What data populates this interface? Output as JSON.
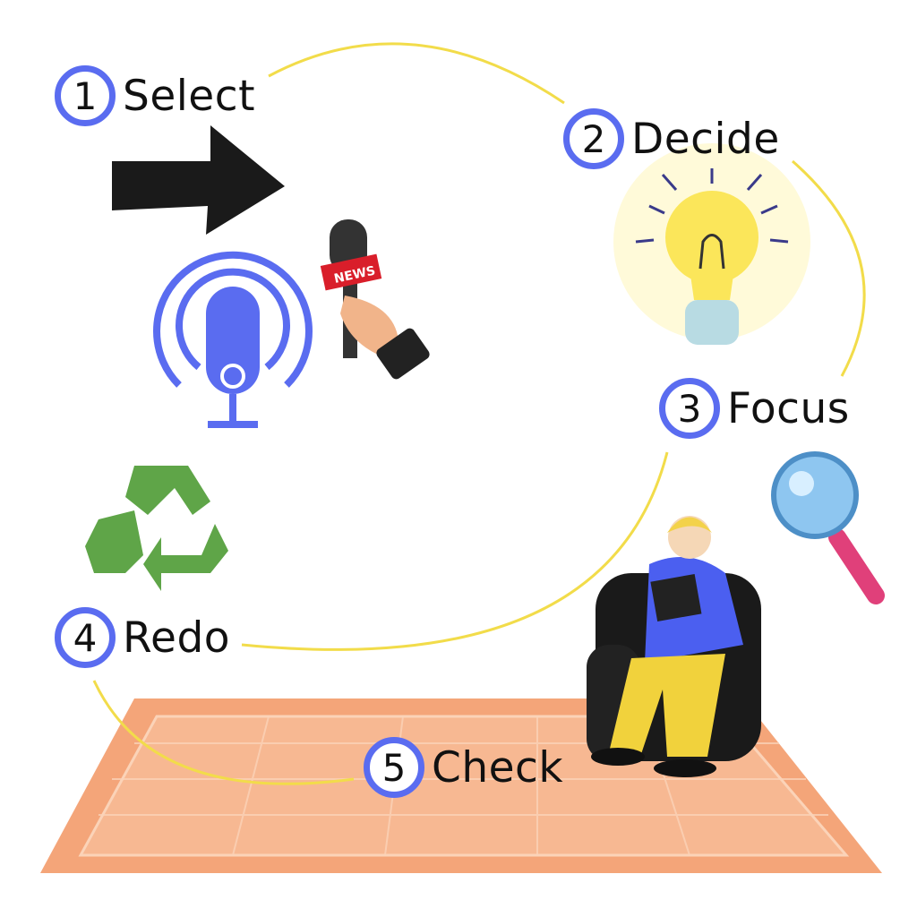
{
  "steps": [
    {
      "number": "1",
      "label": "Select"
    },
    {
      "number": "2",
      "label": "Decide"
    },
    {
      "number": "3",
      "label": "Focus"
    },
    {
      "number": "4",
      "label": "Redo"
    },
    {
      "number": "5",
      "label": "Check"
    }
  ],
  "illustrations": {
    "news_mic_text": "NEWS"
  },
  "colors": {
    "badge_ring": "#5a6cf0",
    "path": "#f2dc4a",
    "rug": "#f4a579",
    "recycle": "#5fa548"
  }
}
